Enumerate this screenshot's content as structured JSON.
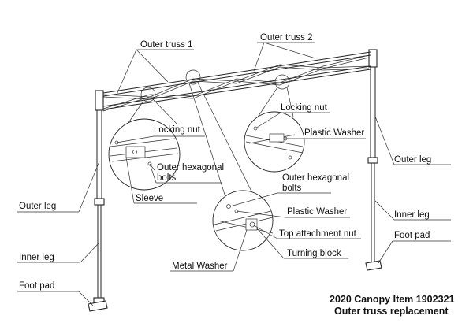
{
  "labels": {
    "outer_truss_1": "Outer truss 1",
    "outer_truss_2": "Outer truss 2",
    "locking_nut_top": "Locking nut",
    "plastic_washer_top": "Plastic Washer",
    "locking_nut_left": "Locking nut",
    "outer_hex_bolts_left_1": "Outer hexagonal",
    "outer_hex_bolts_left_2": "bolts",
    "sleeve": "Sleeve",
    "outer_leg_left": "Outer leg",
    "inner_leg_left": "Inner leg",
    "foot_pad_left": "Foot pad",
    "outer_leg_right": "Outer leg",
    "inner_leg_right": "Inner leg",
    "foot_pad_right": "Foot pad",
    "outer_hex_bolts_center_1": "Outer hexagonal",
    "outer_hex_bolts_center_2": "bolts",
    "plastic_washer_center": "Plastic Washer",
    "top_attachment_nut": "Top attachment nut",
    "turning_block": "Turning block",
    "metal_washer": "Metal Washer"
  },
  "caption": {
    "line1": "2020 Canopy Item 1902321",
    "line2": "Outer truss replacement"
  }
}
